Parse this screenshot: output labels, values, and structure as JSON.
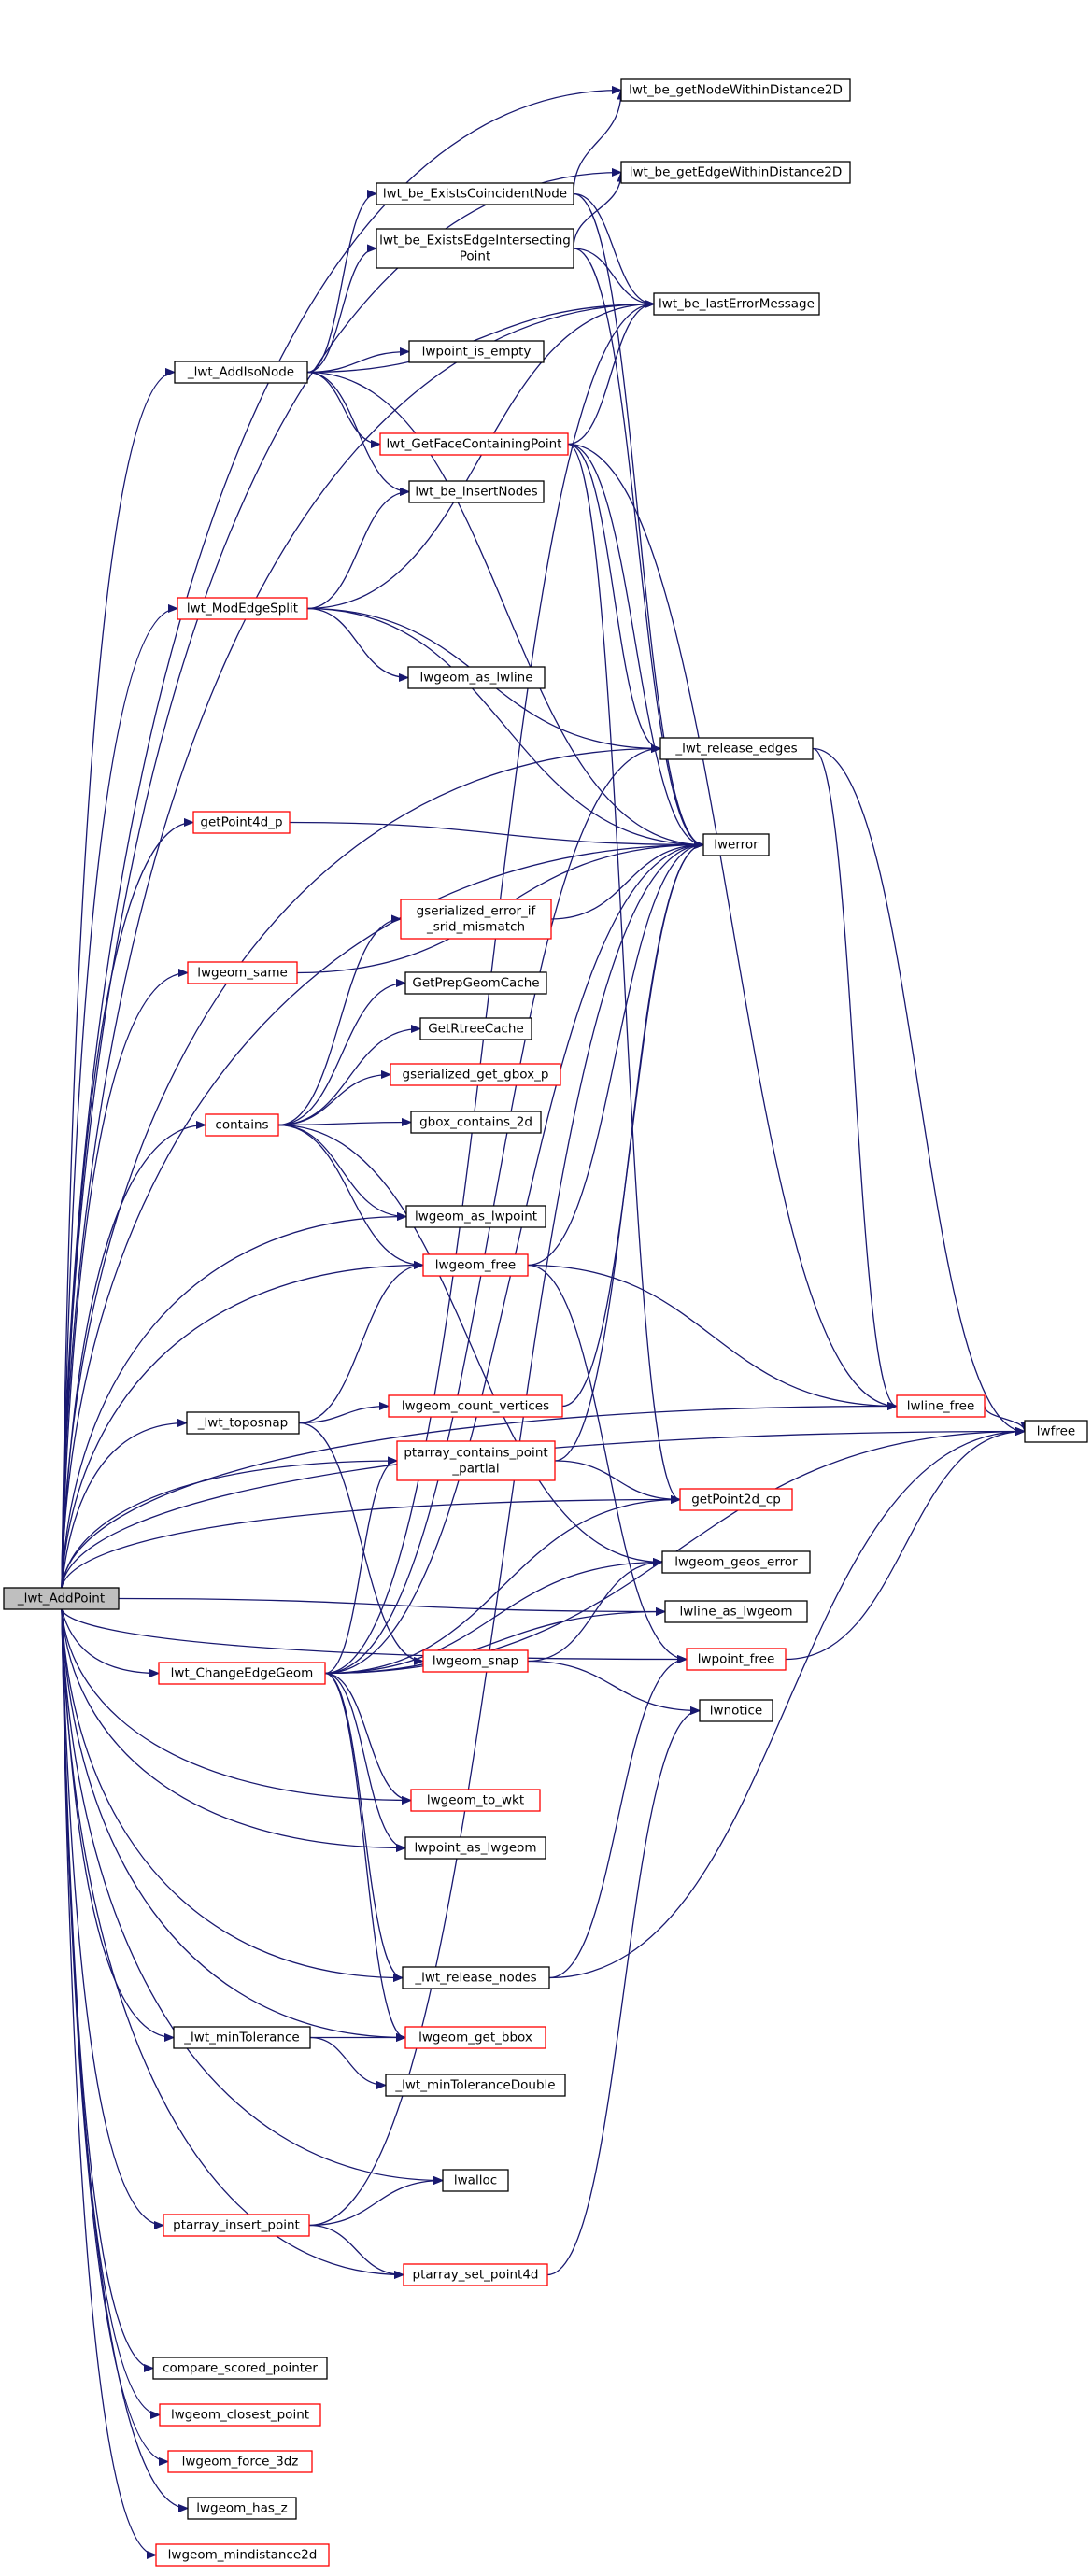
{
  "diagram": {
    "colors": {
      "edge": "#191970",
      "node_border": "#000000",
      "node_border_external": "#ff0000",
      "root_fill": "#bfbfbf"
    },
    "nodes": [
      {
        "id": "root",
        "lines": [
          "_lwt_AddPoint"
        ],
        "style": "root"
      },
      {
        "id": "getnode2d",
        "lines": [
          "lwt_be_getNodeWithinDistance2D"
        ],
        "style": "black"
      },
      {
        "id": "getedge2d",
        "lines": [
          "lwt_be_getEdgeWithinDistance2D"
        ],
        "style": "black"
      },
      {
        "id": "existsnode",
        "lines": [
          "lwt_be_ExistsCoincidentNode"
        ],
        "style": "black"
      },
      {
        "id": "existsedge",
        "lines": [
          "lwt_be_ExistsEdgeIntersecting",
          "Point"
        ],
        "style": "black"
      },
      {
        "id": "lasterr",
        "lines": [
          "lwt_be_lastErrorMessage"
        ],
        "style": "black"
      },
      {
        "id": "addiso",
        "lines": [
          "_lwt_AddIsoNode"
        ],
        "style": "black"
      },
      {
        "id": "isempty",
        "lines": [
          "lwpoint_is_empty"
        ],
        "style": "black"
      },
      {
        "id": "getface",
        "lines": [
          "lwt_GetFaceContainingPoint"
        ],
        "style": "red"
      },
      {
        "id": "insertnodes",
        "lines": [
          "lwt_be_insertNodes"
        ],
        "style": "black"
      },
      {
        "id": "modedge",
        "lines": [
          "lwt_ModEdgeSplit"
        ],
        "style": "red"
      },
      {
        "id": "aslwline",
        "lines": [
          "lwgeom_as_lwline"
        ],
        "style": "black"
      },
      {
        "id": "releaseedges",
        "lines": [
          "_lwt_release_edges"
        ],
        "style": "black"
      },
      {
        "id": "getpoint4d",
        "lines": [
          "getPoint4d_p"
        ],
        "style": "red"
      },
      {
        "id": "lwerror",
        "lines": [
          "lwerror"
        ],
        "style": "black"
      },
      {
        "id": "lwgsame",
        "lines": [
          "lwgeom_same"
        ],
        "style": "red"
      },
      {
        "id": "gserr",
        "lines": [
          "gserialized_error_if",
          "_srid_mismatch"
        ],
        "style": "red"
      },
      {
        "id": "prepcache",
        "lines": [
          "GetPrepGeomCache"
        ],
        "style": "black"
      },
      {
        "id": "rtree",
        "lines": [
          "GetRtreeCache"
        ],
        "style": "black"
      },
      {
        "id": "gbox",
        "lines": [
          "gserialized_get_gbox_p"
        ],
        "style": "red"
      },
      {
        "id": "contains",
        "lines": [
          "contains"
        ],
        "style": "red"
      },
      {
        "id": "gboxc",
        "lines": [
          "gbox_contains_2d"
        ],
        "style": "black"
      },
      {
        "id": "aslwpoint",
        "lines": [
          "lwgeom_as_lwpoint"
        ],
        "style": "black"
      },
      {
        "id": "lwgfree",
        "lines": [
          "lwgeom_free"
        ],
        "style": "red"
      },
      {
        "id": "lwlinefree",
        "lines": [
          "lwline_free"
        ],
        "style": "red"
      },
      {
        "id": "lwfree",
        "lines": [
          "lwfree"
        ],
        "style": "black"
      },
      {
        "id": "toposnap",
        "lines": [
          "_lwt_toposnap"
        ],
        "style": "black"
      },
      {
        "id": "countv",
        "lines": [
          "lwgeom_count_vertices"
        ],
        "style": "red"
      },
      {
        "id": "ptcontains",
        "lines": [
          "ptarray_contains_point",
          "_partial"
        ],
        "style": "red"
      },
      {
        "id": "getpoint2d",
        "lines": [
          "getPoint2d_cp"
        ],
        "style": "red"
      },
      {
        "id": "geoserr",
        "lines": [
          "lwgeom_geos_error"
        ],
        "style": "black"
      },
      {
        "id": "lwlineaslwgeom",
        "lines": [
          "lwline_as_lwgeom"
        ],
        "style": "black"
      },
      {
        "id": "changeedge",
        "lines": [
          "lwt_ChangeEdgeGeom"
        ],
        "style": "red"
      },
      {
        "id": "lwgsnap",
        "lines": [
          "lwgeom_snap"
        ],
        "style": "red"
      },
      {
        "id": "lwpointfree",
        "lines": [
          "lwpoint_free"
        ],
        "style": "red"
      },
      {
        "id": "lwnotice",
        "lines": [
          "lwnotice"
        ],
        "style": "black"
      },
      {
        "id": "towkt",
        "lines": [
          "lwgeom_to_wkt"
        ],
        "style": "red"
      },
      {
        "id": "pointaslwgeom",
        "lines": [
          "lwpoint_as_lwgeom"
        ],
        "style": "black"
      },
      {
        "id": "releasenodes",
        "lines": [
          "_lwt_release_nodes"
        ],
        "style": "black"
      },
      {
        "id": "mintol",
        "lines": [
          "_lwt_minTolerance"
        ],
        "style": "black"
      },
      {
        "id": "getbbox",
        "lines": [
          "lwgeom_get_bbox"
        ],
        "style": "red"
      },
      {
        "id": "mintoldouble",
        "lines": [
          "_lwt_minToleranceDouble"
        ],
        "style": "black"
      },
      {
        "id": "lwalloc",
        "lines": [
          "lwalloc"
        ],
        "style": "black"
      },
      {
        "id": "ptinsert",
        "lines": [
          "ptarray_insert_point"
        ],
        "style": "red"
      },
      {
        "id": "ptset",
        "lines": [
          "ptarray_set_point4d"
        ],
        "style": "red"
      },
      {
        "id": "compare",
        "lines": [
          "compare_scored_pointer"
        ],
        "style": "black"
      },
      {
        "id": "closest",
        "lines": [
          "lwgeom_closest_point"
        ],
        "style": "red"
      },
      {
        "id": "force3dz",
        "lines": [
          "lwgeom_force_3dz"
        ],
        "style": "red"
      },
      {
        "id": "hasz",
        "lines": [
          "lwgeom_has_z"
        ],
        "style": "black"
      },
      {
        "id": "mindist",
        "lines": [
          "lwgeom_mindistance2d"
        ],
        "style": "red"
      }
    ],
    "edges": [
      [
        "root",
        "addiso"
      ],
      [
        "root",
        "getnode2d"
      ],
      [
        "root",
        "getedge2d"
      ],
      [
        "root",
        "lasterr"
      ],
      [
        "root",
        "modedge"
      ],
      [
        "root",
        "releaseedges"
      ],
      [
        "root",
        "lwerror"
      ],
      [
        "root",
        "getpoint4d"
      ],
      [
        "root",
        "lwgsame"
      ],
      [
        "root",
        "contains"
      ],
      [
        "root",
        "aslwpoint"
      ],
      [
        "root",
        "lwgfree"
      ],
      [
        "root",
        "toposnap"
      ],
      [
        "root",
        "ptcontains"
      ],
      [
        "root",
        "getpoint2d"
      ],
      [
        "root",
        "changeedge"
      ],
      [
        "root",
        "lwlineaslwgeom"
      ],
      [
        "root",
        "towkt"
      ],
      [
        "root",
        "pointaslwgeom"
      ],
      [
        "root",
        "releasenodes"
      ],
      [
        "root",
        "mintol"
      ],
      [
        "root",
        "lwfree"
      ],
      [
        "root",
        "lwalloc"
      ],
      [
        "root",
        "ptinsert"
      ],
      [
        "root",
        "ptset"
      ],
      [
        "root",
        "compare"
      ],
      [
        "root",
        "closest"
      ],
      [
        "root",
        "force3dz"
      ],
      [
        "root",
        "hasz"
      ],
      [
        "root",
        "mindist"
      ],
      [
        "root",
        "lwpointfree"
      ],
      [
        "root",
        "getbbox"
      ],
      [
        "root",
        "lwlinefree"
      ],
      [
        "addiso",
        "existsnode"
      ],
      [
        "addiso",
        "existsedge"
      ],
      [
        "addiso",
        "lasterr"
      ],
      [
        "addiso",
        "isempty"
      ],
      [
        "addiso",
        "getface"
      ],
      [
        "addiso",
        "insertnodes"
      ],
      [
        "addiso",
        "lwerror"
      ],
      [
        "existsnode",
        "getnode2d"
      ],
      [
        "existsnode",
        "lasterr"
      ],
      [
        "existsnode",
        "lwerror"
      ],
      [
        "existsedge",
        "getedge2d"
      ],
      [
        "existsedge",
        "lasterr"
      ],
      [
        "existsedge",
        "lwerror"
      ],
      [
        "getface",
        "lasterr"
      ],
      [
        "getface",
        "releaseedges"
      ],
      [
        "getface",
        "lwerror"
      ],
      [
        "getface",
        "getpoint2d"
      ],
      [
        "getface",
        "lwlinefree"
      ],
      [
        "modedge",
        "insertnodes"
      ],
      [
        "modedge",
        "lasterr"
      ],
      [
        "modedge",
        "aslwline"
      ],
      [
        "modedge",
        "releaseedges"
      ],
      [
        "modedge",
        "lwerror"
      ],
      [
        "releaseedges",
        "lwlinefree"
      ],
      [
        "releaseedges",
        "lwfree"
      ],
      [
        "getpoint4d",
        "lwerror"
      ],
      [
        "lwgsame",
        "lwerror"
      ],
      [
        "gserr",
        "lwerror"
      ],
      [
        "contains",
        "gserr"
      ],
      [
        "contains",
        "prepcache"
      ],
      [
        "contains",
        "rtree"
      ],
      [
        "contains",
        "gbox"
      ],
      [
        "contains",
        "gboxc"
      ],
      [
        "contains",
        "aslwpoint"
      ],
      [
        "contains",
        "lwgfree"
      ],
      [
        "contains",
        "geoserr"
      ],
      [
        "lwgfree",
        "lwerror"
      ],
      [
        "lwgfree",
        "lwlinefree"
      ],
      [
        "lwgfree",
        "lwpointfree"
      ],
      [
        "lwlinefree",
        "lwfree"
      ],
      [
        "lwpointfree",
        "lwfree"
      ],
      [
        "toposnap",
        "lwgfree"
      ],
      [
        "toposnap",
        "countv"
      ],
      [
        "toposnap",
        "lwgsnap"
      ],
      [
        "countv",
        "lwerror"
      ],
      [
        "ptcontains",
        "lwerror"
      ],
      [
        "ptcontains",
        "getpoint2d"
      ],
      [
        "changeedge",
        "lasterr"
      ],
      [
        "changeedge",
        "releaseedges"
      ],
      [
        "changeedge",
        "lwerror"
      ],
      [
        "changeedge",
        "ptcontains"
      ],
      [
        "changeedge",
        "getpoint2d"
      ],
      [
        "changeedge",
        "lwlineaslwgeom"
      ],
      [
        "changeedge",
        "towkt"
      ],
      [
        "changeedge",
        "pointaslwgeom"
      ],
      [
        "changeedge",
        "releasenodes"
      ],
      [
        "changeedge",
        "getbbox"
      ],
      [
        "changeedge",
        "lwfree"
      ],
      [
        "changeedge",
        "geoserr"
      ],
      [
        "lwgsnap",
        "geoserr"
      ],
      [
        "lwgsnap",
        "lwnotice"
      ],
      [
        "releasenodes",
        "lwfree"
      ],
      [
        "releasenodes",
        "lwpointfree"
      ],
      [
        "mintol",
        "getbbox"
      ],
      [
        "mintol",
        "mintoldouble"
      ],
      [
        "ptinsert",
        "lwalloc"
      ],
      [
        "ptinsert",
        "ptset"
      ],
      [
        "ptinsert",
        "lwerror"
      ],
      [
        "ptset",
        "lwnotice"
      ]
    ]
  }
}
